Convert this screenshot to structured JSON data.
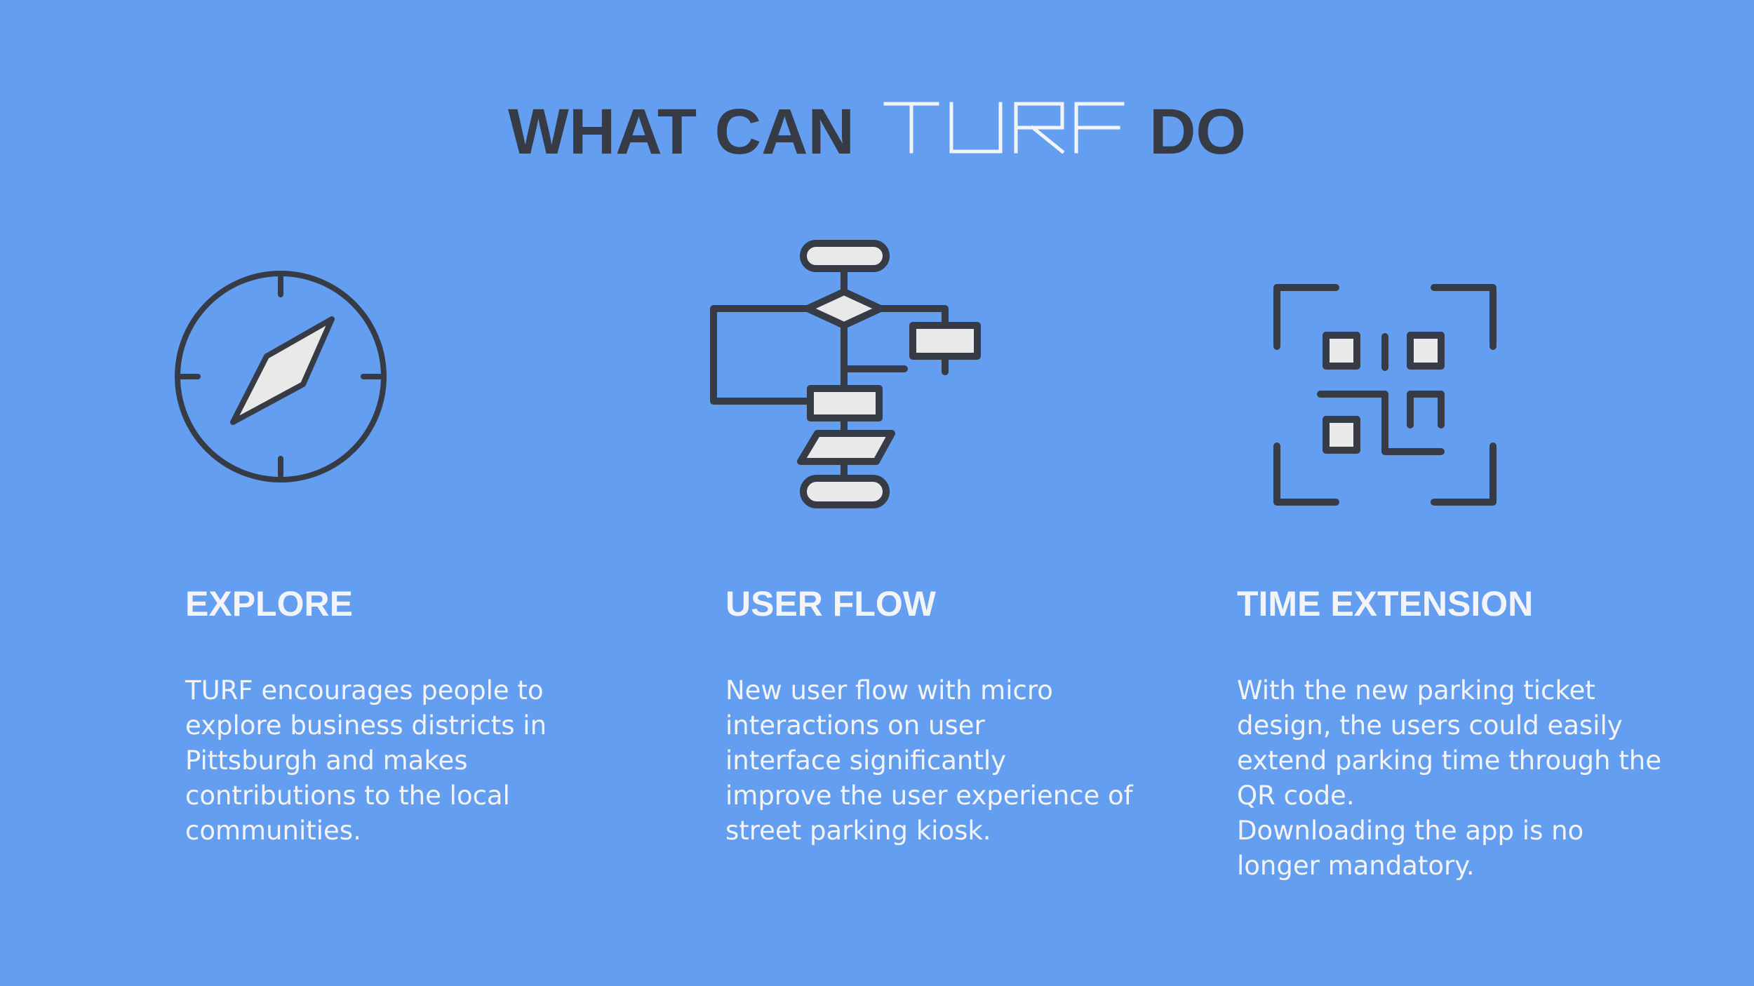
{
  "header": {
    "title_prefix": "WHAT CAN",
    "brand": "TURF",
    "title_suffix": "DO"
  },
  "colors": {
    "background": "#649ef0",
    "icon_stroke": "#363b45",
    "icon_fill": "#e9e9ea",
    "text": "#f2f4f8"
  },
  "features": [
    {
      "icon": "compass-icon",
      "title": "EXPLORE",
      "description": "TURF encourages people to\nexplore business districts in\nPittsburgh and makes\ncontributions to the local\ncommunities."
    },
    {
      "icon": "flowchart-icon",
      "title": "USER FLOW",
      "description": "New user flow with micro\ninteractions on user\ninterface significantly\nimprove the user experience of\nstreet parking kiosk."
    },
    {
      "icon": "qr-code-scan-icon",
      "title": "TIME EXTENSION",
      "description": "With the new parking ticket\ndesign, the users could easily\nextend parking time through the\nQR code.\nDownloading the app is no\nlonger mandatory."
    }
  ]
}
